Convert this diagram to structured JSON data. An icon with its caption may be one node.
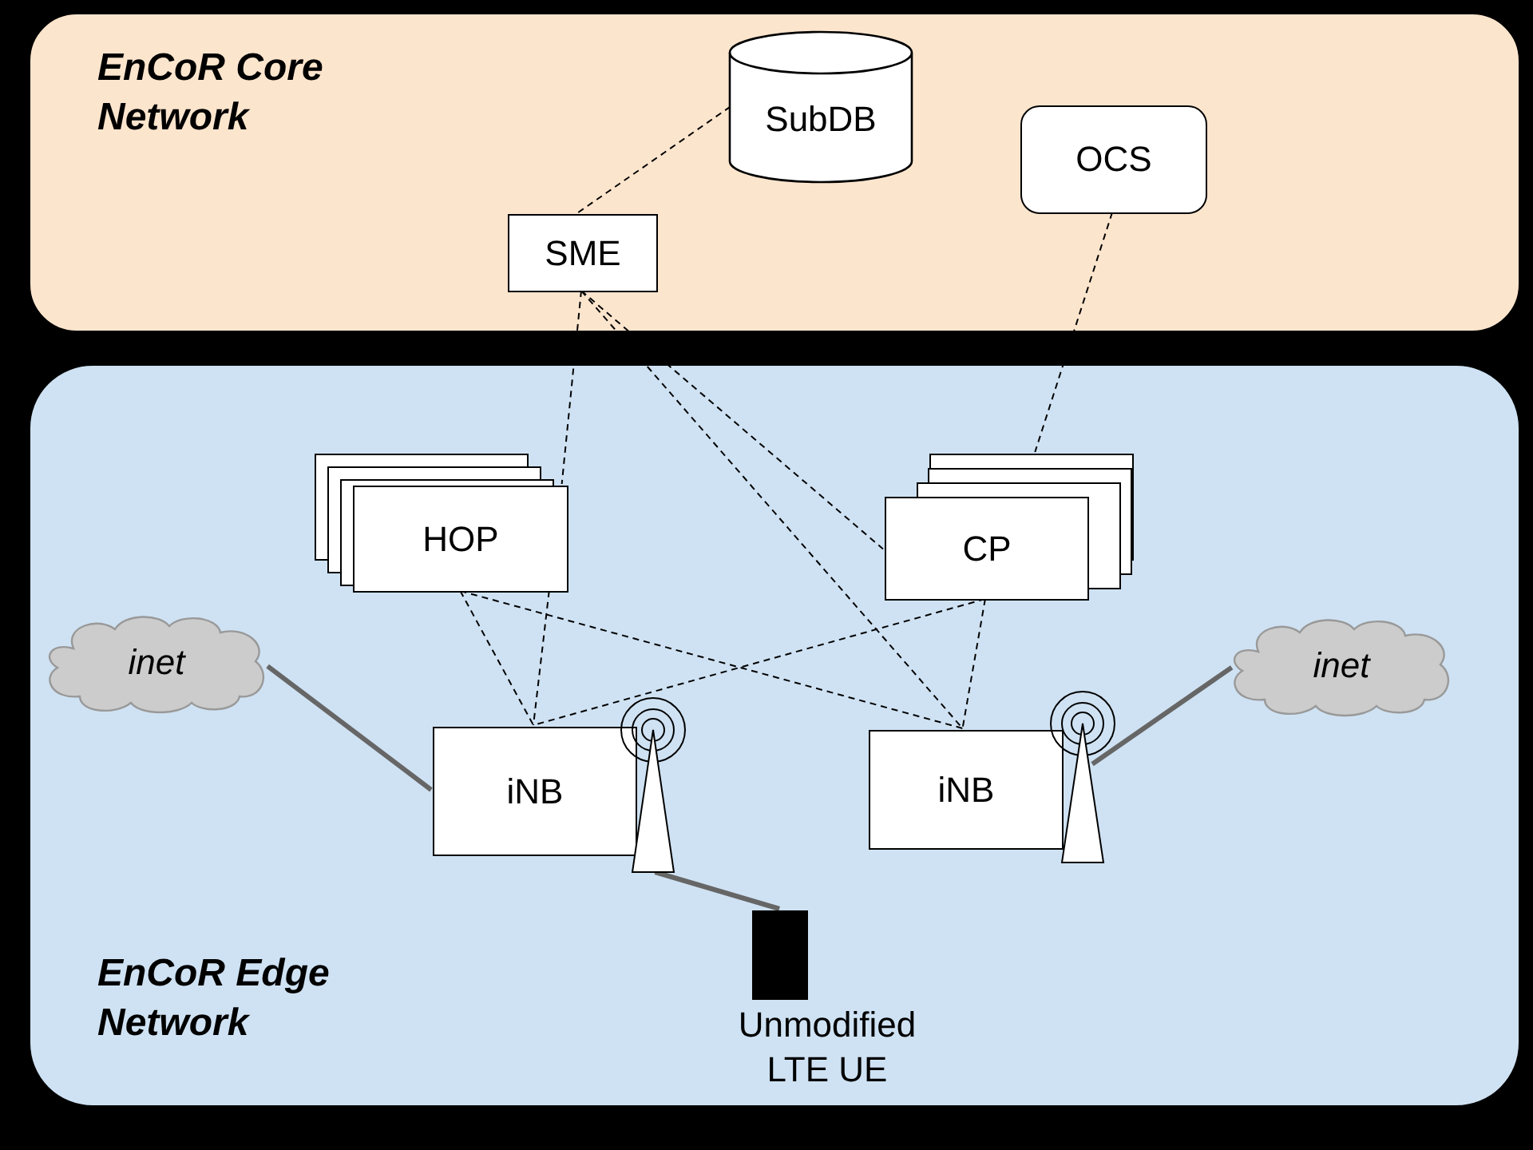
{
  "diagram": {
    "nodes": [
      {
        "text": [
          "EnCoR Core Network"
        ]
      },
      {
        "text": [
          "SubDB"
        ],
        "in": 0
      },
      {
        "text": [
          "OCS"
        ],
        "in": 0
      },
      {
        "text": [
          "SME"
        ],
        "in": 0
      },
      {
        "text": [
          "EnCoR Edge Network"
        ]
      },
      {
        "text": [
          "HOP"
        ],
        "in": 4
      },
      {
        "text": [
          "CP"
        ],
        "in": 4
      },
      {
        "text": [
          "inet"
        ],
        "in": 4
      },
      {
        "text": [
          "iNB"
        ],
        "in": 4
      },
      {
        "text": [],
        "shape": "antenna",
        "in": 4
      },
      {
        "text": [
          "iNB"
        ],
        "in": 4
      },
      {
        "text": [],
        "shape": "antenna",
        "in": 4
      },
      {
        "text": [
          "inet"
        ],
        "in": 4
      },
      {
        "text": [
          "Unmodified LTE UE"
        ],
        "in": 4
      }
    ],
    "edges": [
      {
        "from": 3,
        "to": 1,
        "arrow": "none",
        "style": "dashed"
      },
      {
        "from": 2,
        "to": 6,
        "arrow": "none",
        "style": "dashed"
      },
      {
        "from": 3,
        "to": 5,
        "arrow": "none",
        "style": "dashed"
      },
      {
        "from": 5,
        "to": 8,
        "arrow": "none",
        "style": "dashed"
      },
      {
        "from": 3,
        "to": 6,
        "arrow": "none",
        "style": "dashed"
      },
      {
        "from": 3,
        "to": 10,
        "arrow": "none",
        "style": "dashed"
      },
      {
        "from": 5,
        "to": 8,
        "arrow": "none",
        "style": "dashed"
      },
      {
        "from": 5,
        "to": 10,
        "arrow": "none",
        "style": "dashed"
      },
      {
        "from": 6,
        "to": 8,
        "arrow": "none",
        "style": "dashed"
      },
      {
        "from": 6,
        "to": 10,
        "arrow": "none",
        "style": "dashed"
      },
      {
        "from": 7,
        "to": 8,
        "arrow": "none",
        "style": "thick",
        "color": "#666666"
      },
      {
        "from": 12,
        "to": 11,
        "arrow": "none",
        "style": "thick",
        "color": "#666666"
      },
      {
        "from": 9,
        "to": 13,
        "arrow": "none",
        "style": "thick",
        "color": "#666666"
      }
    ]
  }
}
